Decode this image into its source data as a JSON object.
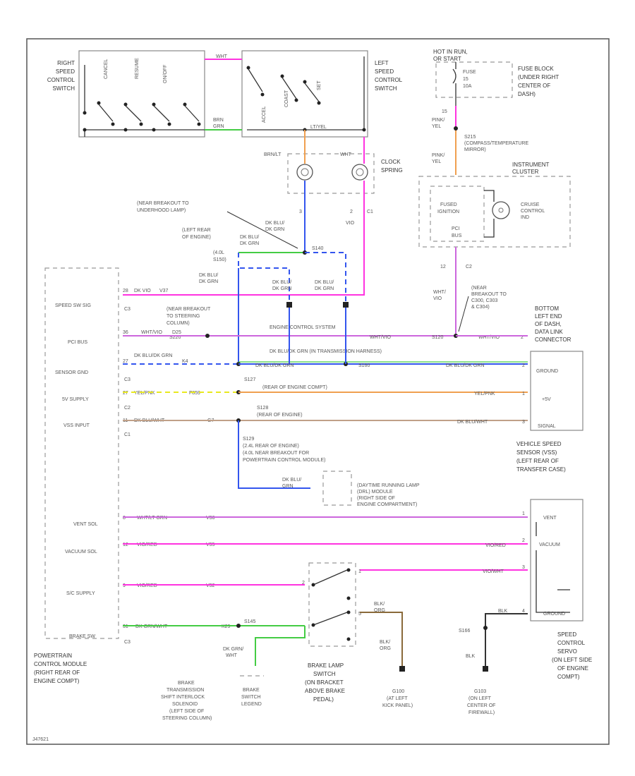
{
  "colors": {
    "magenta": "#ff33e0",
    "violet": "#cc66dd",
    "green": "#44cc44",
    "blue": "#3355ee",
    "tan": "#c0a088",
    "orange": "#f0a050",
    "yellow": "#e8e820",
    "brown": "#8a6a3a",
    "black": "#333333"
  },
  "switch_blocks": {
    "right_label": [
      "RIGHT",
      "SPEED",
      "CONTROL",
      "SWITCH"
    ],
    "right_buttons": [
      "CANCEL",
      "RESUME",
      "ON/OFF"
    ],
    "left_label": [
      "LEFT",
      "SPEED",
      "CONTROL",
      "SWITCH"
    ],
    "left_buttons": [
      "ACCEL",
      "COAST",
      "SET"
    ],
    "wire_top": "WHT",
    "wire_mid": "GRN",
    "wire_brn": "BRN",
    "wire_lt": "LT/YEL"
  },
  "clock_spring": {
    "label": [
      "CLOCK",
      "SPRING"
    ],
    "wire_left": "BRN/LT",
    "wire_right": "WHT",
    "pin_left": "3",
    "pin_right": "2",
    "conn": "C1",
    "wire_label_1": "DK BLU/",
    "wire_label_2": "DK GRN",
    "wire_right_color": "VIO"
  },
  "fuse": {
    "hot_label": [
      "HOT IN RUN,",
      "OR START"
    ],
    "name": "FUSE",
    "number": "15",
    "amps": "10A",
    "block_label": [
      "FUSE BLOCK",
      "(UNDER RIGHT",
      "CENTER OF",
      "DASH)"
    ],
    "pin": "15",
    "wire": [
      "PINK/",
      "YEL"
    ],
    "splice_label": [
      "S215",
      "(COMPASS/TEMPERATURE",
      "MIRROR)"
    ],
    "wire2": [
      "PINK/",
      "YEL"
    ]
  },
  "cluster": {
    "label": [
      "INSTRUMENT",
      "CLUSTER"
    ],
    "inner": [
      "FUSED",
      "IGNITION"
    ],
    "pci": [
      "PCI",
      "BUS"
    ],
    "lamp": [
      "CRUISE",
      "CONTROL",
      "IND"
    ],
    "pin": "12",
    "conn": "C2",
    "wire": [
      "WHT/",
      "VIO"
    ],
    "splice_note": [
      "(NEAR",
      "BREAKOUT TO",
      "C300, C303",
      "& C304)"
    ]
  },
  "dlc": {
    "label": [
      "BOTTOM",
      "LEFT END",
      "OF DASH,",
      "DATA LINK",
      "CONNECTOR"
    ],
    "wire": "WHT/VIO",
    "pin": "2"
  },
  "splices": {
    "near_breakout": [
      "(NEAR BREAKOUT TO",
      "UNDERHOOD LAMP)"
    ],
    "left_rear": [
      "(LEFT REAR",
      "OF ENGINE)"
    ],
    "s155": [
      "(4.0L",
      "S150)"
    ],
    "s140": "S140",
    "steering": [
      "(NEAR BREAKOUT",
      "TO STEERING",
      "COLUMN)"
    ],
    "s220": "S220",
    "s127": [
      "S127",
      "(REAR OF ENGINE COMPT)"
    ],
    "s128": [
      "S128",
      "(REAR OF ENGINE)"
    ],
    "s129": [
      "S129",
      "(2.4L REAR OF ENGINE)",
      "(4.0L NEAR BREAKOUT FOR",
      "POWERTRAIN CONTROL MODULE)"
    ],
    "s120": "S120",
    "s160": "S160",
    "s166": "S166",
    "s145": "S145"
  },
  "pcm": {
    "label": [
      "POWERTRAIN",
      "CONTROL MODULE",
      "(RIGHT REAR OF",
      "ENGINE COMPT)"
    ],
    "pins": [
      {
        "name": "SPEED SW SIG",
        "pin": "28",
        "wire": "DK VIO",
        "circ": "V37",
        "conn": "C3"
      },
      {
        "name": "PCI BUS",
        "pin": "36",
        "wire": "WHT/VIO",
        "circ": "D25",
        "conn": ""
      },
      {
        "name": "SENSOR GND",
        "pin": "27",
        "wire": "DK BLU/DK GRN",
        "circ": "K4",
        "conn": "C3"
      },
      {
        "name": "5V SUPPLY",
        "pin": "27",
        "wire": "YEL/PNK",
        "circ": "F859",
        "conn": "C2"
      },
      {
        "name": "VSS INPUT",
        "pin": "11",
        "wire": "DK BLU/WHT",
        "circ": "G7",
        "conn": "C1"
      },
      {
        "name": "VENT SOL",
        "pin": "8",
        "wire": "WHT/LT GRN",
        "circ": "V36",
        "conn": ""
      },
      {
        "name": "VACUUM SOL",
        "pin": "12",
        "wire": "VIO/RED",
        "circ": "V35",
        "conn": ""
      },
      {
        "name": "S/C SUPPLY",
        "pin": "9",
        "wire": "VIO/RED",
        "circ": "V32",
        "conn": ""
      },
      {
        "name": "BRAKE SW",
        "pin": "31",
        "wire": "DK GRN/WHT",
        "circ": "K29",
        "conn": "C3"
      }
    ]
  },
  "ecs": "ENGINE CONTROL SYSTEM",
  "harness_note": "DK BLU/DK GRN (IN TRANSMISSION HARNESS)",
  "vss": {
    "label": [
      "VEHICLE SPEED",
      "SENSOR (VSS)",
      "(LEFT REAR OF",
      "TRANSFER CASE)"
    ],
    "pins": [
      "GROUND",
      "+5V",
      "SIGNAL"
    ],
    "wire_gnd": "DK BLU/DK GRN",
    "wire_5v": "YEL/PNK",
    "wire_sig": "DK BLU/WHT",
    "pin_nums": [
      "2",
      "1",
      "3"
    ]
  },
  "drl": {
    "label": [
      "(DAYTIME RUNNING LAMP",
      "(DRL) MODULE",
      "(RIGHT SIDE OF",
      "ENGINE COMPARTMENT)"
    ],
    "wire": [
      "DK BLU/",
      "GRN"
    ]
  },
  "servo": {
    "label": [
      "SPEED",
      "CONTROL",
      "SERVO",
      "(ON LEFT SIDE",
      "OF ENGINE",
      "COMPT)"
    ],
    "pins": [
      "VENT",
      "VACUUM",
      "",
      "GROUND"
    ],
    "wire_vent": "WHT/LT GRN",
    "wire_vac": "VIO/RED",
    "wire_sc": "VIO/WHT",
    "wire_gnd": "BLK",
    "pin_nums": [
      "1",
      "2",
      "3",
      "4"
    ]
  },
  "brake_switch": {
    "label": [
      "BRAKE LAMP",
      "SWITCH",
      "(ON BRACKET",
      "ABOVE BRAKE",
      "PEDAL)"
    ],
    "wire": [
      "BLK/",
      "ORG"
    ],
    "wire2": [
      "BLK/",
      "ORG"
    ],
    "pins": [
      "2",
      "1",
      "5"
    ]
  },
  "grounds": {
    "g100": [
      "G100",
      "(AT LEFT",
      "KICK PANEL)"
    ],
    "g101": [
      "G103",
      "(ON LEFT",
      "CENTER OF",
      "FIREWALL)"
    ],
    "s166_wire": "BLK"
  },
  "bts": {
    "label": [
      "BRAKE",
      "TRANSMISSION",
      "SHIFT INTERLOCK",
      "SOLENOID",
      "(LEFT SIDE OF",
      "STEERING COLUMN)"
    ],
    "label2": [
      "BRAKE",
      "SWITCH",
      "LEGEND"
    ],
    "wire": [
      "DK GRN/",
      "WHT"
    ]
  },
  "footer_id": "J47621"
}
